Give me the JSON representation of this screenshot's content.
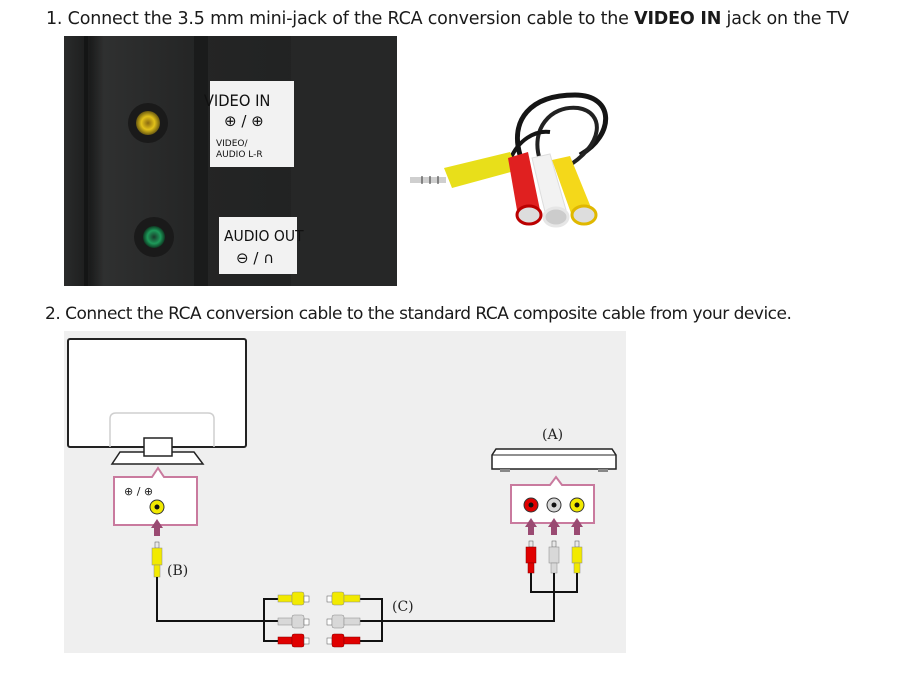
{
  "steps": [
    {
      "number": "1.",
      "text_before": "Connect the 3.5 mm mini-jack of the RCA conversion cable to the ",
      "text_bold": "VIDEO IN",
      "text_after": " jack on the TV"
    },
    {
      "number": "2.",
      "text": "Connect the RCA conversion cable to the standard RCA composite cable from your device."
    }
  ],
  "photo": {
    "labels": {
      "video_in": "VIDEO IN",
      "video_in_symbols": "⊕ / ⊕",
      "video_audio_line1": "VIDEO/",
      "video_audio_line2": "AUDIO L-R",
      "audio_out": "AUDIO OUT",
      "audio_out_symbols": "⊖ / ∩"
    },
    "jack_colors": {
      "video_in": "#e3c21a",
      "audio_out": "#1e9a5a"
    },
    "cable_plug_colors": [
      "#e8df1a",
      "#e02020",
      "#f2f2f2",
      "#f4d81a"
    ]
  },
  "diagram": {
    "labels": {
      "device": "(A)",
      "cable_b": "(B)",
      "cable_c": "(C)",
      "tv_port_symbols": "⊕ / ⊕"
    },
    "colors": {
      "callout": "#c97a9e",
      "arrow": "#9a4a72",
      "yellow": "#f2ea00",
      "white": "#d8d8d8",
      "red": "#e00000",
      "background": "#efefef"
    }
  }
}
